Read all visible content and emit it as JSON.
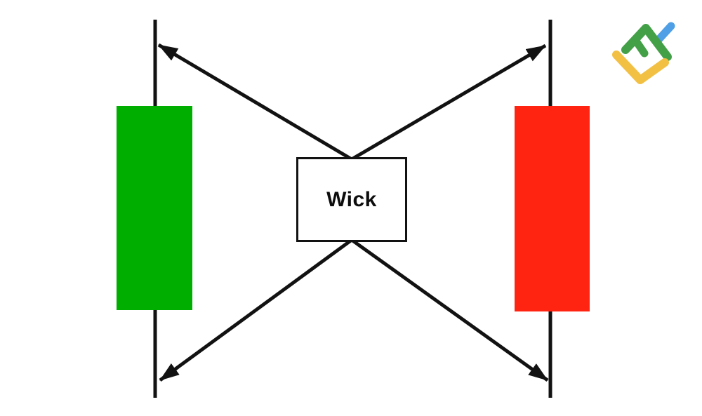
{
  "diagram": {
    "center_label": "Wick",
    "candles": [
      {
        "id": "bullish-candle",
        "direction": "bullish"
      },
      {
        "id": "bearish-candle",
        "direction": "bearish"
      }
    ]
  },
  "colors": {
    "bullish_candle": "#00AE00",
    "bearish_candle": "#FF2312",
    "line": "#121212",
    "logo_green": "#43A047",
    "logo_blue": "#4E9FE5",
    "logo_yellow": "#F2C043"
  },
  "icons": {
    "brand_logo": "litefinance-logo"
  }
}
